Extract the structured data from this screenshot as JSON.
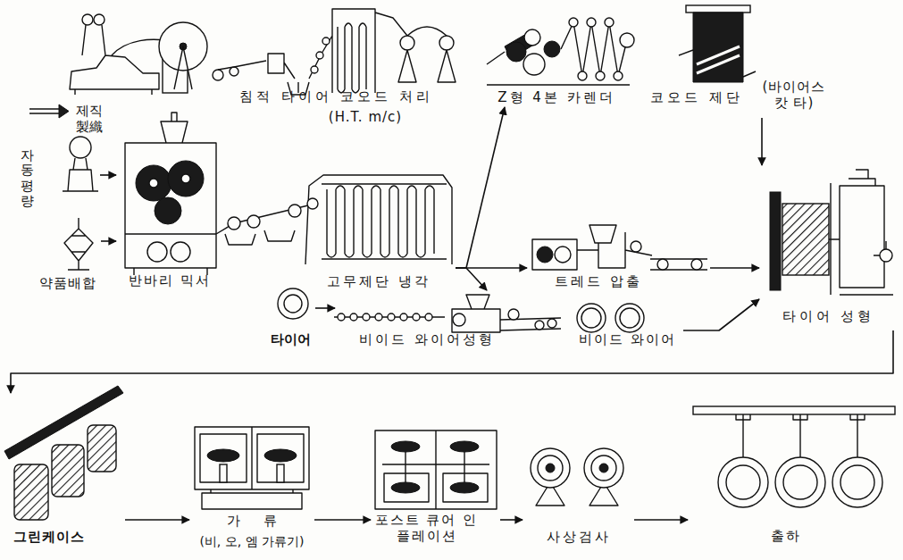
{
  "diagram": {
    "nodes": [
      {
        "text": [
          "제직 製織"
        ]
      },
      {
        "text": [
          "침적 타이어 코오드 처리",
          "(H.T. m/c)"
        ]
      },
      {
        "text": [
          "Z형 4본 카렌더"
        ]
      },
      {
        "text": [
          "코오드 제단",
          "(바이어스 캇 타)"
        ]
      },
      {
        "text": [
          "자동평량"
        ]
      },
      {
        "text": [
          "약품배합"
        ]
      },
      {
        "text": [
          "반바리 믹서"
        ]
      },
      {
        "text": [
          "고무제단 냉각"
        ]
      },
      {
        "text": [
          "트레드 압출"
        ]
      },
      {
        "text": [
          "타이어 성형"
        ]
      },
      {
        "text": [
          "타이어"
        ]
      },
      {
        "text": [
          "비이드 와이어성형"
        ]
      },
      {
        "text": [
          "비이드 와이어"
        ]
      },
      {
        "text": [
          "그린케이스"
        ]
      },
      {
        "text": [
          "가 류",
          "(비, 오, 엠 가류기)"
        ]
      },
      {
        "text": [
          "포스트 큐어 인플레이션"
        ]
      },
      {
        "text": [
          "사상검사"
        ]
      },
      {
        "text": [
          "출하"
        ]
      }
    ],
    "edges": [
      {
        "from": 3,
        "to": 9,
        "arrow": "to"
      },
      {
        "from": 4,
        "to": 6,
        "arrow": "to"
      },
      {
        "from": 5,
        "to": 6,
        "arrow": "to"
      },
      {
        "from": 7,
        "to": 2,
        "arrow": "to"
      },
      {
        "from": 7,
        "to": 8,
        "arrow": "to"
      },
      {
        "from": 7,
        "to": 11,
        "arrow": "to"
      },
      {
        "from": 8,
        "to": 9,
        "arrow": "to"
      },
      {
        "from": 12,
        "to": 9,
        "arrow": "to"
      },
      {
        "from": 10,
        "to": 11,
        "arrow": "to"
      },
      {
        "from": 9,
        "to": 13,
        "arrow": "to"
      },
      {
        "from": 13,
        "to": 14,
        "arrow": "to"
      },
      {
        "from": 14,
        "to": 15,
        "arrow": "to"
      },
      {
        "from": 15,
        "to": 16,
        "arrow": "to"
      },
      {
        "from": 16,
        "to": 17,
        "arrow": "to"
      }
    ]
  }
}
